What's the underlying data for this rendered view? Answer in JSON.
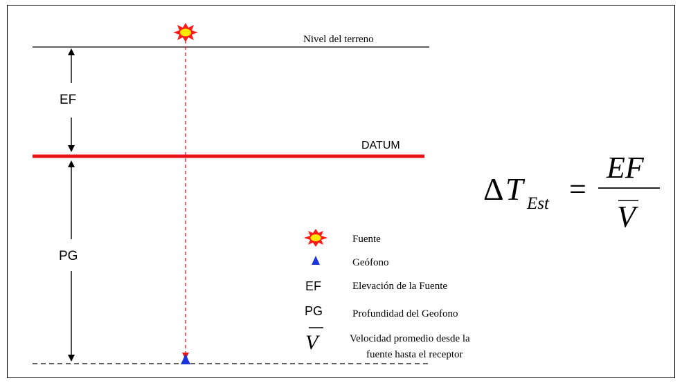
{
  "diagram": {
    "ground_level_label": "Nivel del terreno",
    "datum_label": "DATUM",
    "ef_label": "EF",
    "pg_label": "PG",
    "colors": {
      "datum_line": "#e8141a",
      "source_outer": "#ff1a1a",
      "source_inner": "#ffe800",
      "ray": "#e8141a",
      "geophone": "#1a35d8"
    }
  },
  "formula": {
    "delta": "Δ",
    "T": "T",
    "subscript": "Est",
    "equals": "=",
    "numerator": "EF",
    "denominator": "V"
  },
  "legend": {
    "source_label": "Fuente",
    "geophone_label": "Geófono",
    "ef_symbol": "EF",
    "ef_desc": "Elevación de la Fuente",
    "pg_symbol": "PG",
    "pg_desc": "Profundidad del Geofono",
    "v_symbol": "V",
    "v_desc_line1": "Velocidad promedio desde la",
    "v_desc_line2": "fuente hasta el receptor"
  }
}
